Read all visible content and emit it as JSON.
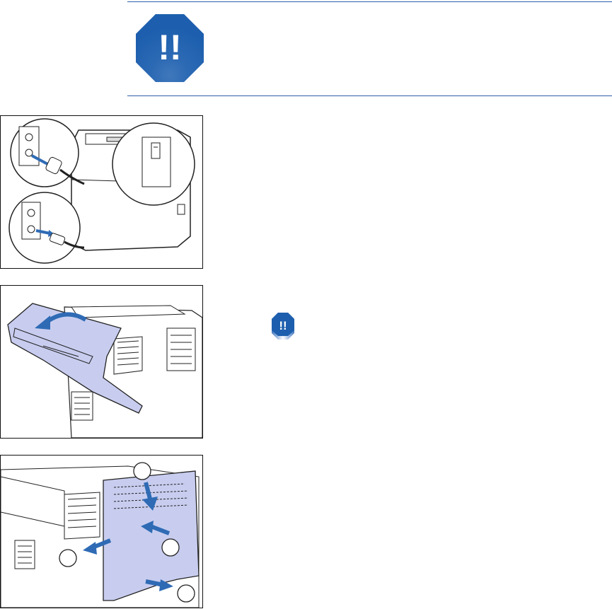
{
  "warnings": [
    {
      "icon": "warning-octagon-icon",
      "label": "!!"
    },
    {
      "icon": "warning-octagon-icon",
      "label": "!!"
    }
  ],
  "figures": [
    {
      "name": "power-off-unplug-figure",
      "description_icons": [
        "power-switch-icon",
        "wall-outlet-icon",
        "power-plug-icon"
      ]
    },
    {
      "name": "open-rear-door-figure",
      "description_icons": [
        "curved-arrow-icon"
      ]
    },
    {
      "name": "remove-side-cover-figure",
      "callouts": [
        "",
        "",
        "",
        ""
      ]
    }
  ],
  "colors": {
    "accent": "#2f6bb5",
    "rule": "#2f5fa8",
    "highlight_fill": "#c8cdef",
    "warning_fill": "#1d5fae"
  }
}
